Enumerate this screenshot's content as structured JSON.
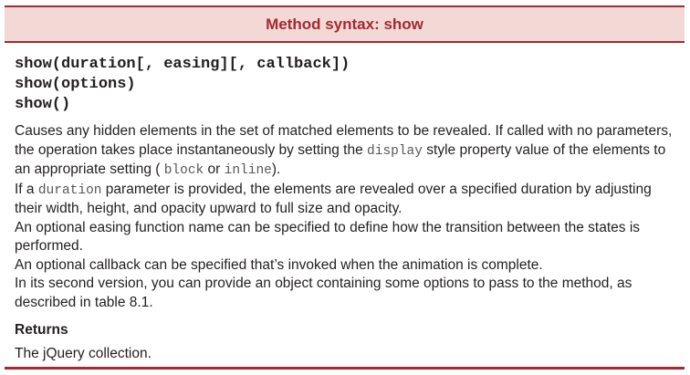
{
  "box": {
    "title": "Method syntax: show",
    "signatures": [
      "show(duration[, easing][, callback])",
      "show(options)",
      "show()"
    ],
    "description": {
      "p1_a": "Causes any hidden elements in the set of matched elements to be revealed. If called with no parameters, the operation takes place instantaneously by setting the ",
      "p1_code1": "display",
      "p1_b": " style property value of the elements to an appropriate setting ( ",
      "p1_code2": "block",
      "p1_c": " or ",
      "p1_code3": "inline",
      "p1_d": ").",
      "p2_a": "If a ",
      "p2_code": "duration",
      "p2_b": " parameter is provided, the elements are revealed over a specified duration by adjusting their width, height, and opacity upward to full size and opacity.",
      "p3": "An optional easing function name can be specified to define how the transition between the states is performed.",
      "p4": "An optional callback can be specified that’s invoked when the animation is complete.",
      "p5": "In its second version, you can provide an object containing some options to pass to the method, as described in table 8.1."
    },
    "returns_heading": "Returns",
    "returns_text": "The jQuery collection."
  },
  "colors": {
    "accent": "#a32a30",
    "title_background": "#f3d9d6",
    "code_text": "#5a5657"
  }
}
